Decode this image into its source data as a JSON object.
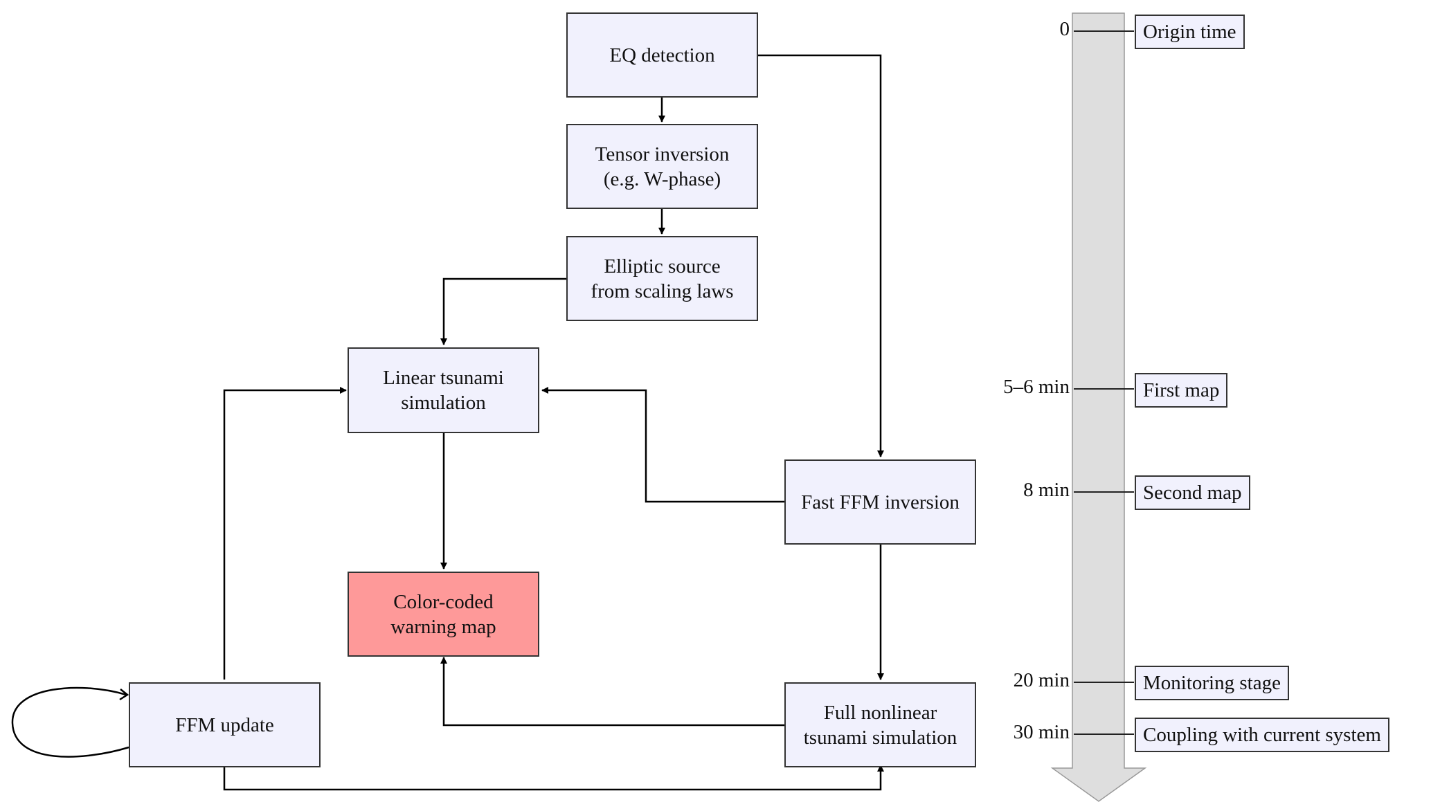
{
  "nodes": {
    "eq_detection": "EQ detection",
    "tensor_inversion": "Tensor inversion\n(e.g.  W-phase)",
    "elliptic_source": "Elliptic source\nfrom scaling laws",
    "linear_sim": "Linear tsunami\nsimulation",
    "warning_map": "Color-coded\nwarning map",
    "fast_ffm": "Fast FFM inversion",
    "ffm_update": "FFM update",
    "nonlinear_sim": "Full nonlinear\ntsunami simulation"
  },
  "colors": {
    "node_fill": "#f1f1fd",
    "alert_fill": "#fe9999",
    "timeline_fill": "#dedede"
  },
  "timeline": [
    {
      "time": "0",
      "label": "Origin time"
    },
    {
      "time": "5–6 min",
      "label": "First map"
    },
    {
      "time": "8 min",
      "label": "Second map"
    },
    {
      "time": "20 min",
      "label": "Monitoring stage"
    },
    {
      "time": "30 min",
      "label": "Coupling with current system"
    }
  ]
}
